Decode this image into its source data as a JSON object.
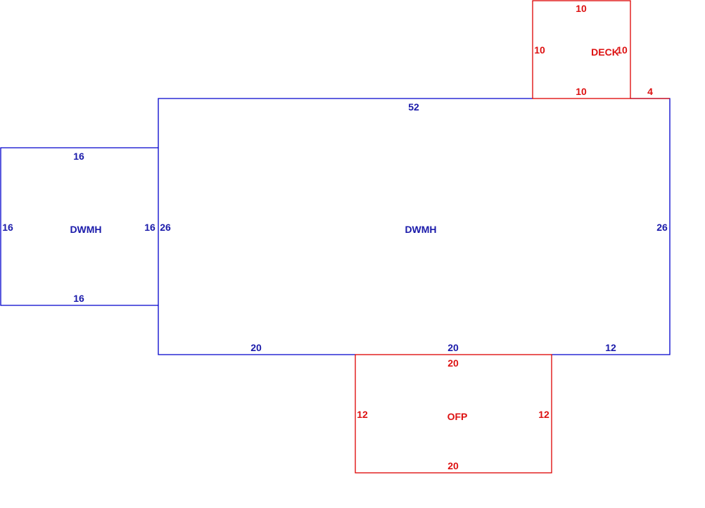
{
  "colors": {
    "living": "#0000cc",
    "exterior": "#dd0000"
  },
  "main_dwmh": {
    "name": "DWMH",
    "top": "52",
    "left": "26",
    "right": "26",
    "bottom_left": "20",
    "bottom_mid": "20",
    "bottom_right": "12"
  },
  "left_dwmh": {
    "name": "DWMH",
    "top": "16",
    "bottom": "16",
    "left": "16",
    "right": "16"
  },
  "deck": {
    "name": "DECK",
    "top": "10",
    "bottom": "10",
    "left": "10",
    "right": "10",
    "offset": "4"
  },
  "ofp": {
    "name": "OFP",
    "top": "20",
    "bottom": "20",
    "left": "12",
    "right": "12"
  }
}
